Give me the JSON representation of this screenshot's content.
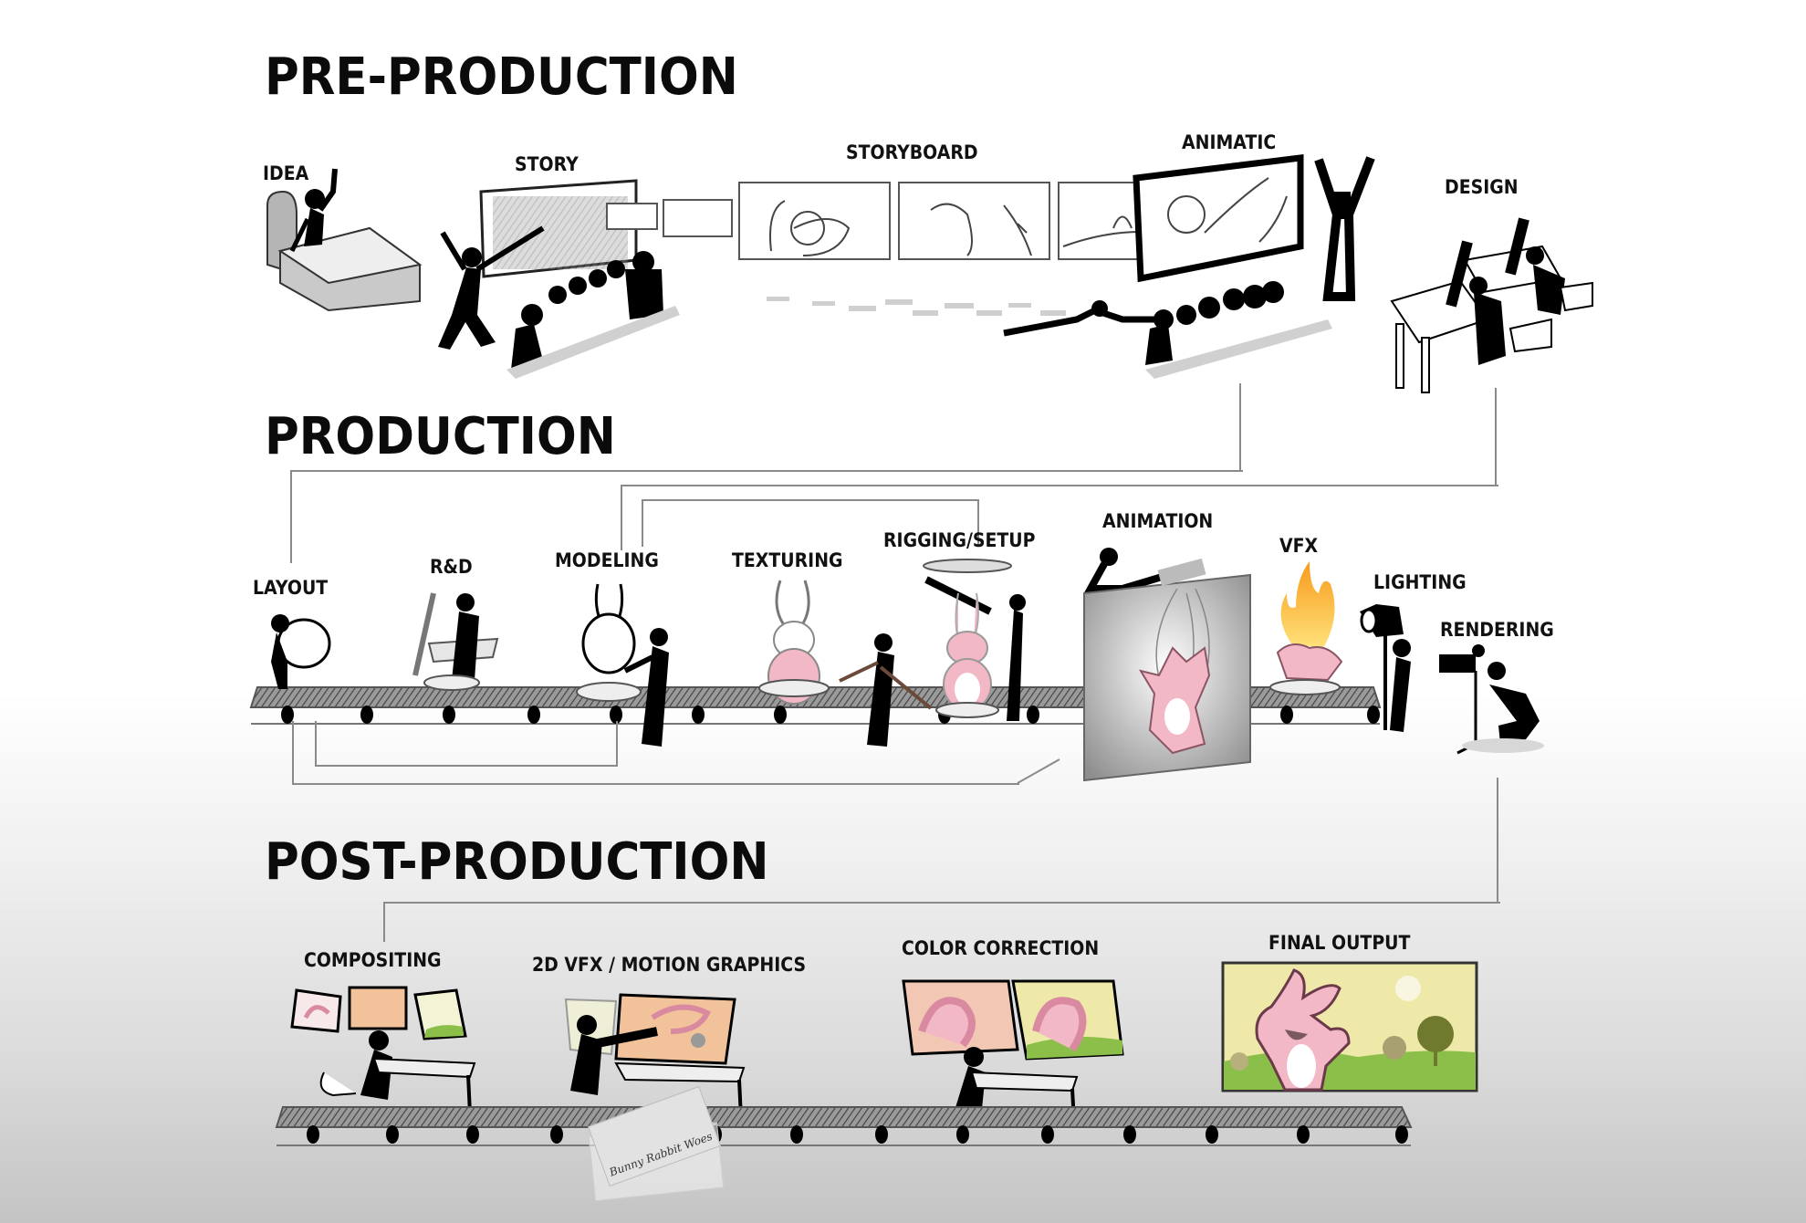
{
  "sections": {
    "pre_production": {
      "title": "PRE-PRODUCTION",
      "stages": [
        {
          "label": "IDEA",
          "icon": "person-in-bed-idea-icon"
        },
        {
          "label": "STORY",
          "icon": "story-pitch-board-icon"
        },
        {
          "label": "STORYBOARD",
          "icon": "storyboard-panels-icon"
        },
        {
          "label": "ANIMATIC",
          "icon": "animatic-screening-icon"
        },
        {
          "label": "DESIGN",
          "icon": "design-drafting-tables-icon"
        }
      ]
    },
    "production": {
      "title": "PRODUCTION",
      "stages": [
        {
          "label": "LAYOUT",
          "icon": "layout-camera-icon"
        },
        {
          "label": "R&D",
          "icon": "rnd-table-icon"
        },
        {
          "label": "MODELING",
          "icon": "modeling-bunny-icon"
        },
        {
          "label": "TEXTURING",
          "icon": "texturing-bunny-icon"
        },
        {
          "label": "RIGGING/SETUP",
          "icon": "rigging-puppet-icon"
        },
        {
          "label": "ANIMATION",
          "icon": "animation-marionette-icon"
        },
        {
          "label": "VFX",
          "icon": "vfx-fire-icon"
        },
        {
          "label": "LIGHTING",
          "icon": "lighting-spotlight-icon"
        },
        {
          "label": "RENDERING",
          "icon": "rendering-camera-icon"
        }
      ]
    },
    "post_production": {
      "title": "POST-PRODUCTION",
      "stages": [
        {
          "label": "COMPOSITING",
          "icon": "compositing-workstation-icon"
        },
        {
          "label": "2D VFX / MOTION GRAPHICS",
          "icon": "motion-graphics-workstation-icon"
        },
        {
          "label": "COLOR CORRECTION",
          "icon": "color-correction-workstation-icon"
        },
        {
          "label": "FINAL OUTPUT",
          "icon": "final-output-frame-icon"
        }
      ],
      "title_card": "Bunny Rabbit Woes"
    }
  },
  "colors": {
    "ink": "#0b0b0b",
    "connector": "#8a8a8a",
    "bunny_pink": "#f2b8c6",
    "fire_orange": "#f7a21b",
    "sky_yellow": "#eee9a8",
    "grass_green": "#8bbf4a",
    "tree_olive": "#6f7a2e",
    "background_top": "#ffffff",
    "background_bottom": "#c4c4c4"
  }
}
